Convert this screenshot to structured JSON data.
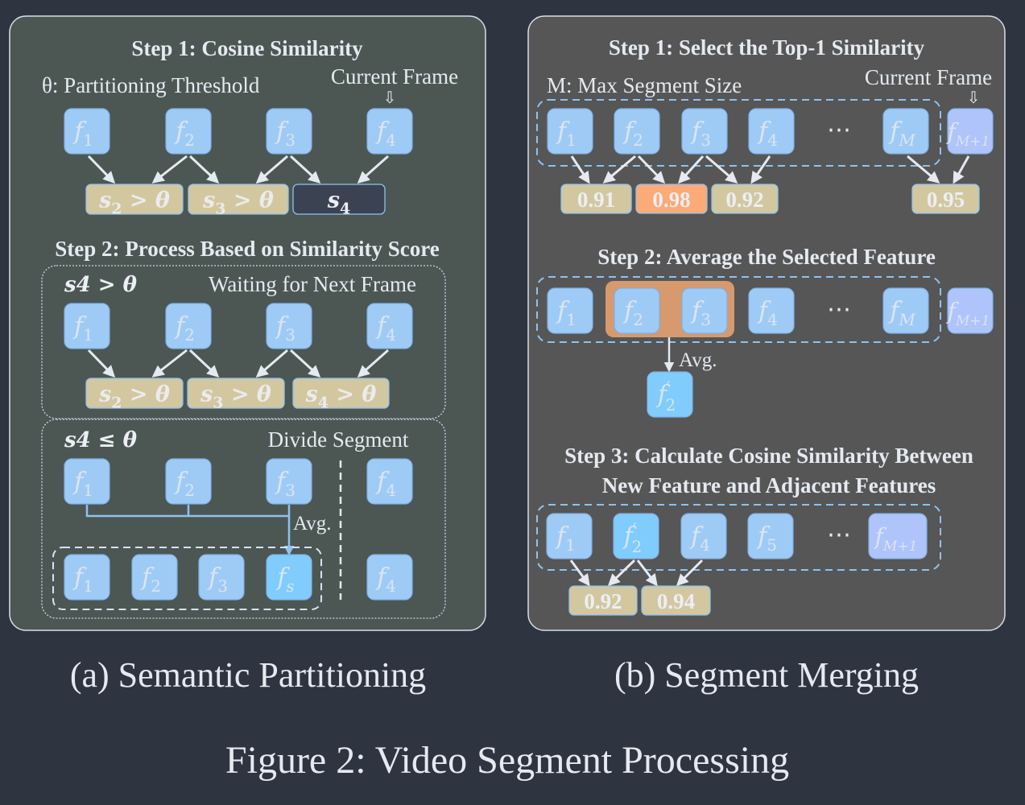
{
  "colors": {
    "background": "#2e3440",
    "panel_a": "#4c5753",
    "panel_b": "#555655",
    "panel_border": "#d8dee9",
    "feature": "#9ecbf5",
    "feature_border": "#7fb0e6",
    "feature_new": "#80ccfc",
    "feature_current": "#aec4fb",
    "score_tan": "#d3c7a0",
    "score_orange": "#fbaa78",
    "score_dark": "#3b4252",
    "highlight_orange": "#d69a6e",
    "arrow": "#e5e9f0",
    "avg_line": "#8ec2f0"
  },
  "figure_caption": "Figure 2: Video Segment Processing",
  "panel_a": {
    "caption": "(a) Semantic Partitioning",
    "step1": {
      "title": "Step 1: Cosine Similarity",
      "threshold_label": "θ: Partitioning Threshold",
      "current_frame_label": "Current Frame",
      "features": [
        "f1",
        "f2",
        "f3",
        "f4"
      ],
      "scores": [
        "s2 > θ",
        "s3 > θ",
        "s4"
      ]
    },
    "step2": {
      "title": "Step 2: Process Based on Similarity Score",
      "case_above": {
        "condition": "s4 > θ",
        "action": "Waiting for Next Frame",
        "features": [
          "f1",
          "f2",
          "f3",
          "f4"
        ],
        "scores": [
          "s2 > θ",
          "s3 > θ",
          "s4 > θ"
        ]
      },
      "case_below": {
        "condition": "s4 ≤ θ",
        "action": "Divide Segment",
        "avg_label": "Avg.",
        "top_features": [
          "f1",
          "f2",
          "f3",
          "f4"
        ],
        "segment_features": [
          "f1",
          "f2",
          "f3",
          "fs"
        ],
        "next_feature": "f4"
      }
    }
  },
  "panel_b": {
    "caption": "(b) Segment Merging",
    "step1": {
      "title": "Step 1: Select the Top-1 Similarity",
      "max_size_label": "M: Max Segment Size",
      "current_frame_label": "Current Frame",
      "features": [
        "f1",
        "f2",
        "f3",
        "f4",
        "…",
        "fM",
        "fM+1"
      ],
      "scores": [
        "0.91",
        "0.98",
        "0.92",
        "0.95"
      ],
      "top_score": "0.98"
    },
    "step2": {
      "title": "Step 2: Average the Selected Feature",
      "features": [
        "f1",
        "f2",
        "f3",
        "f4",
        "…",
        "fM",
        "fM+1"
      ],
      "selected": [
        "f2",
        "f3"
      ],
      "avg_label": "Avg.",
      "result": "f2′"
    },
    "step3": {
      "title_line1": "Step 3: Calculate Cosine Similarity Between",
      "title_line2": "New Feature and Adjacent Features",
      "features": [
        "f1",
        "f2′",
        "f4",
        "f5",
        "…",
        "fM+1"
      ],
      "scores": [
        "0.92",
        "0.94"
      ]
    }
  }
}
